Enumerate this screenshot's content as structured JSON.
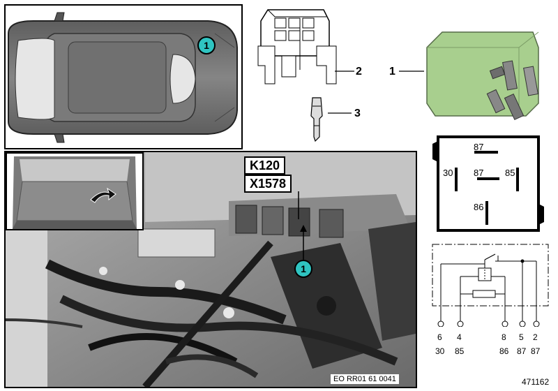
{
  "labels": {
    "k_box": "K120",
    "x_box": "X1578",
    "callout_top": "1",
    "callout_photo": "1",
    "part_1": "1",
    "part_2": "2",
    "part_3": "3",
    "photo_ref": "EO RR01 61 0041",
    "diagram_ref": "471162"
  },
  "relay_pins": {
    "top": "87",
    "center": "87",
    "left": "30",
    "right": "85",
    "bottom": "86"
  },
  "schematic": {
    "pin_numbers": [
      "6",
      "4",
      "8",
      "5",
      "2"
    ],
    "terminal_labels": [
      "30",
      "85",
      "86",
      "87",
      "87"
    ]
  },
  "colors": {
    "callout": "#2fc4c1",
    "relay_body": "#a8cf8e",
    "car_body": "#6e6e6e",
    "photo_bg": "#9b9b9b"
  }
}
